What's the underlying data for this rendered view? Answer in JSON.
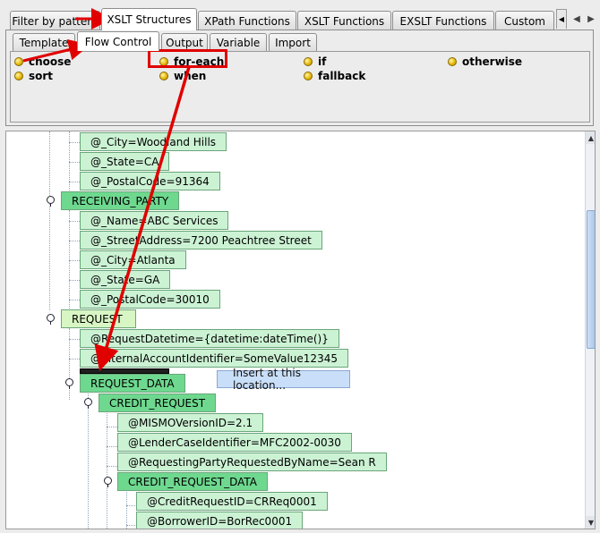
{
  "tabs": [
    {
      "label": "Filter by pattern",
      "active": false
    },
    {
      "label": "XSLT Structures",
      "active": true
    },
    {
      "label": "XPath Functions",
      "active": false
    },
    {
      "label": "XSLT Functions",
      "active": false
    },
    {
      "label": "EXSLT Functions",
      "active": false
    },
    {
      "label": "Custom",
      "active": false
    }
  ],
  "subtabs": [
    {
      "label": "Template",
      "active": false
    },
    {
      "label": "Flow Control",
      "active": true
    },
    {
      "label": "Output",
      "active": false
    },
    {
      "label": "Variable",
      "active": false
    },
    {
      "label": "Import",
      "active": false
    }
  ],
  "palette_items": [
    {
      "label": "choose"
    },
    {
      "label": "for-each"
    },
    {
      "label": "if"
    },
    {
      "label": "otherwise"
    },
    {
      "label": "sort"
    },
    {
      "label": "when"
    },
    {
      "label": "fallback"
    }
  ],
  "tree_nodes": [
    {
      "label": "@_City=Woodland Hills"
    },
    {
      "label": "@_State=CA"
    },
    {
      "label": "@_PostalCode=91364"
    },
    {
      "label": "RECEIVING_PARTY"
    },
    {
      "label": "@_Name=ABC Services"
    },
    {
      "label": "@_StreetAddress=7200 Peachtree Street"
    },
    {
      "label": "@_City=Atlanta"
    },
    {
      "label": "@_State=GA"
    },
    {
      "label": "@_PostalCode=30010"
    },
    {
      "label": "REQUEST"
    },
    {
      "label": "@RequestDatetime={datetime:dateTime()}"
    },
    {
      "label": "@InternalAccountIdentifier=SomeValue12345"
    },
    {
      "label": "REQUEST_DATA"
    },
    {
      "label": "CREDIT_REQUEST"
    },
    {
      "label": "@MISMOVersionID=2.1"
    },
    {
      "label": "@LenderCaseIdentifier=MFC2002-0030"
    },
    {
      "label": "@RequestingPartyRequestedByName=Sean R"
    },
    {
      "label": "CREDIT_REQUEST_DATA"
    },
    {
      "label": "@CreditRequestID=CRReq0001"
    },
    {
      "label": "@BorrowerID=BorRec0001"
    }
  ],
  "tooltip": "Insert at this location...",
  "colors": {
    "element_node": "#6ed88f",
    "attribute_node": "#ccf2d4",
    "annotation_red": "#e00000",
    "tooltip_bg": "#c9def8"
  },
  "icons": {
    "item_bullet": "yellow-dot-icon",
    "expand_pin": "pin-icon",
    "tab_scroll": "chevron-icon"
  }
}
